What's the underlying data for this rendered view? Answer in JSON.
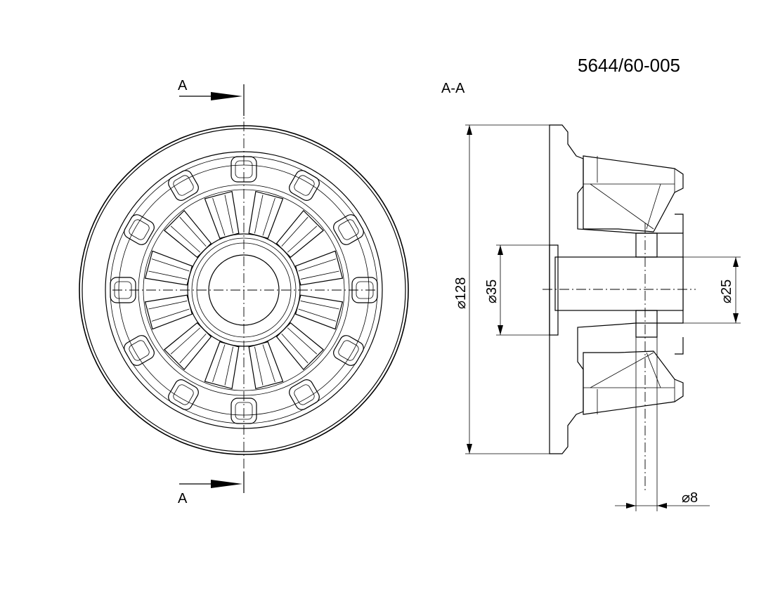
{
  "drawing": {
    "part_number": "5644/60-005",
    "section_title": "A-A",
    "cut_marker_top": "A",
    "cut_marker_bottom": "A"
  },
  "dimensions": {
    "outer_diameter": "⌀128",
    "bore_diameter": "⌀35",
    "hub_diameter": "⌀25",
    "hole_diameter": "⌀8"
  },
  "colors": {
    "line": "#000000",
    "background": "#ffffff"
  }
}
